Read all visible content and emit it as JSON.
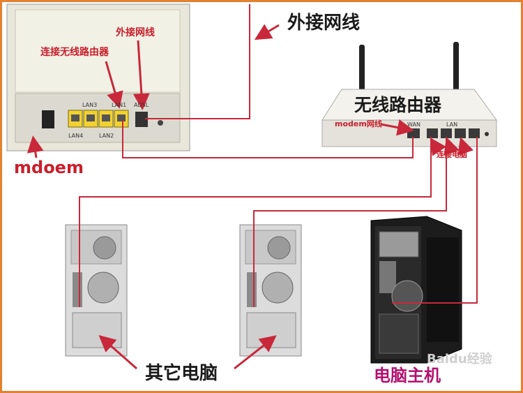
{
  "labels": {
    "external_cable_top": "外接网线",
    "external_cable_inset": "外接网线",
    "connect_router": "连接无线路由器",
    "modem": "mdoem",
    "router_title": "无线路由器",
    "router_modem_port": "modem网线",
    "router_connect_pc": "连接电脑",
    "other_pcs": "其它电脑",
    "main_pc": "电脑主机",
    "watermark": "Baidu经验"
  },
  "modem_ports": {
    "lan3": "LAN3",
    "lan1": "LAN1",
    "adsl": "ADSL",
    "lan4": "LAN4",
    "lan2": "LAN2"
  },
  "router_ports": {
    "wan": "WAN",
    "lan": "LAN"
  },
  "colors": {
    "frame": "#e2812f",
    "cable": "#c8283a",
    "main_pc_label": "#b3106f"
  }
}
